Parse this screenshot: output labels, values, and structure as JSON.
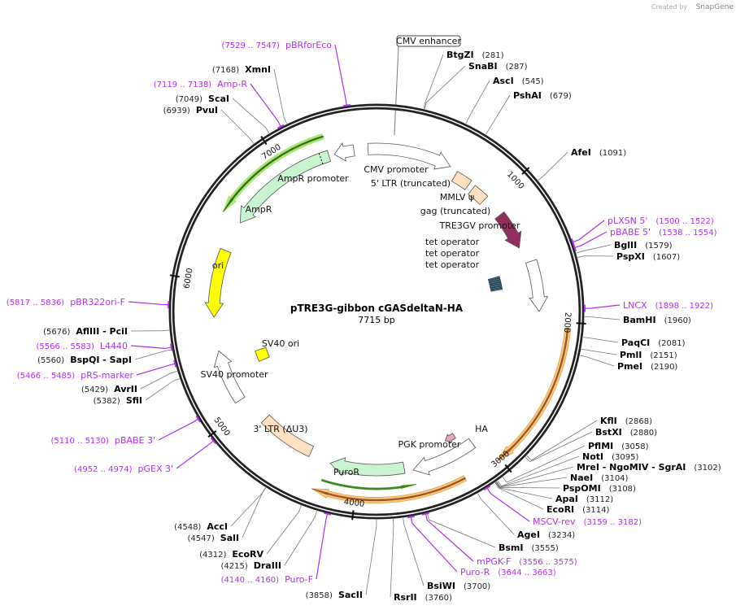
{
  "credit": {
    "created_by": "Created by",
    "brand": "SnapGene"
  },
  "plasmid": {
    "name": "pTRE3G-gibbon cGASdeltaN-HA",
    "length": "7715 bp",
    "total_bp": 7715
  },
  "ticks": [
    "1000",
    "2000",
    "3000",
    "4000",
    "5000",
    "6000",
    "7000"
  ],
  "colors": {
    "enzyme": "#000000",
    "primer": "#b030f0",
    "ring": "#222222",
    "ampr": "#c8f5d0",
    "ori": "#ffff00",
    "gag": "#93305f",
    "ltr": "#ffe0c0",
    "highlight_orange": "#f7c97a",
    "highlight_green": "#a8e870",
    "tet_operator": "#4a8fa0",
    "ha": "#e3a5c0"
  },
  "features": [
    {
      "name": "CMV enhancer"
    },
    {
      "name": "CMV promoter"
    },
    {
      "name": "5' LTR (truncated)"
    },
    {
      "name": "MMLV ψ"
    },
    {
      "name": "gag (truncated)"
    },
    {
      "name": "TRE3GV promoter"
    },
    {
      "name": "tet operator"
    },
    {
      "name": "tet operator"
    },
    {
      "name": "tet operator"
    },
    {
      "name": "HA"
    },
    {
      "name": "PGK promoter"
    },
    {
      "name": "PuroR"
    },
    {
      "name": "3' LTR (ΔU3)"
    },
    {
      "name": "SV40 promoter"
    },
    {
      "name": "SV40 ori"
    },
    {
      "name": "ori"
    },
    {
      "name": "AmpR"
    },
    {
      "name": "AmpR promoter"
    }
  ],
  "left_labels": [
    {
      "name": "pBRforEco",
      "pos": "(7529 .. 7547)",
      "type": "primer",
      "bp": 7538
    },
    {
      "name": "XmnI",
      "pos": "(7168)",
      "type": "enzyme",
      "bp": 7168
    },
    {
      "name": "Amp-R",
      "pos": "(7119 .. 7138)",
      "type": "primer",
      "bp": 7128
    },
    {
      "name": "ScaI",
      "pos": "(7049)",
      "type": "enzyme",
      "bp": 7049
    },
    {
      "name": "PvuI",
      "pos": "(6939)",
      "type": "enzyme",
      "bp": 6939
    },
    {
      "name": "pBR322ori-F",
      "pos": "(5817 .. 5836)",
      "type": "primer",
      "bp": 5826
    },
    {
      "name": "AflIII  - PciI",
      "pos": "(5676)",
      "type": "enzyme",
      "bp": 5676
    },
    {
      "name": "L4440",
      "pos": "(5566 .. 5583)",
      "type": "primer",
      "bp": 5574
    },
    {
      "name": "BspQI  - SapI",
      "pos": "(5560)",
      "type": "enzyme",
      "bp": 5560
    },
    {
      "name": "pRS-marker",
      "pos": "(5466 .. 5485)",
      "type": "primer",
      "bp": 5475
    },
    {
      "name": "AvrII",
      "pos": "(5429)",
      "type": "enzyme",
      "bp": 5429
    },
    {
      "name": "SfiI",
      "pos": "(5382)",
      "type": "enzyme",
      "bp": 5382
    },
    {
      "name": "pBABE 3'",
      "pos": "(5110 .. 5130)",
      "type": "primer",
      "bp": 5120
    },
    {
      "name": "pGEX 3'",
      "pos": "(4952 .. 4974)",
      "type": "primer",
      "bp": 4963
    },
    {
      "name": "AccI",
      "pos": "(4548)",
      "type": "enzyme",
      "bp": 4548
    },
    {
      "name": "SalI",
      "pos": "(4547)",
      "type": "enzyme",
      "bp": 4547
    },
    {
      "name": "EcoRV",
      "pos": "(4312)",
      "type": "enzyme",
      "bp": 4312
    },
    {
      "name": "DraIII",
      "pos": "(4215)",
      "type": "enzyme",
      "bp": 4215
    },
    {
      "name": "Puro-F",
      "pos": "(4140 .. 4160)",
      "type": "primer",
      "bp": 4150
    },
    {
      "name": "SacII",
      "pos": "(3858)",
      "type": "enzyme",
      "bp": 3858
    }
  ],
  "right_labels": [
    {
      "name": "BtgZI",
      "pos": "(281)",
      "type": "enzyme",
      "bp": 281
    },
    {
      "name": "SnaBI",
      "pos": "(287)",
      "type": "enzyme",
      "bp": 287
    },
    {
      "name": "AscI",
      "pos": "(545)",
      "type": "enzyme",
      "bp": 545
    },
    {
      "name": "PshAI",
      "pos": "(679)",
      "type": "enzyme",
      "bp": 679
    },
    {
      "name": "AfeI",
      "pos": "(1091)",
      "type": "enzyme",
      "bp": 1091
    },
    {
      "name": "pLXSN 5'",
      "pos": "(1500 .. 1522)",
      "type": "primer",
      "bp": 1511
    },
    {
      "name": "pBABE 5'",
      "pos": "(1538 .. 1554)",
      "type": "primer",
      "bp": 1546
    },
    {
      "name": "BglII",
      "pos": "(1579)",
      "type": "enzyme",
      "bp": 1579
    },
    {
      "name": "PspXI",
      "pos": "(1607)",
      "type": "enzyme",
      "bp": 1607
    },
    {
      "name": "LNCX",
      "pos": "(1898 .. 1922)",
      "type": "primer",
      "bp": 1910
    },
    {
      "name": "BamHI",
      "pos": "(1960)",
      "type": "enzyme",
      "bp": 1960
    },
    {
      "name": "PaqCI",
      "pos": "(2081)",
      "type": "enzyme",
      "bp": 2081
    },
    {
      "name": "PmlI",
      "pos": "(2151)",
      "type": "enzyme",
      "bp": 2151
    },
    {
      "name": "PmeI",
      "pos": "(2190)",
      "type": "enzyme",
      "bp": 2190
    },
    {
      "name": "KflI",
      "pos": "(2868)",
      "type": "enzyme",
      "bp": 2868
    },
    {
      "name": "BstXI",
      "pos": "(2880)",
      "type": "enzyme",
      "bp": 2880
    },
    {
      "name": "PflMI",
      "pos": "(3058)",
      "type": "enzyme",
      "bp": 3058
    },
    {
      "name": "NotI",
      "pos": "(3095)",
      "type": "enzyme",
      "bp": 3095
    },
    {
      "name": "MreI  - NgoMIV  - SgrAI",
      "pos": "(3102)",
      "type": "enzyme",
      "bp": 3102
    },
    {
      "name": "NaeI",
      "pos": "(3104)",
      "type": "enzyme",
      "bp": 3104
    },
    {
      "name": "PspOMI",
      "pos": "(3108)",
      "type": "enzyme",
      "bp": 3108
    },
    {
      "name": "ApaI",
      "pos": "(3112)",
      "type": "enzyme",
      "bp": 3112
    },
    {
      "name": "EcoRI",
      "pos": "(3114)",
      "type": "enzyme",
      "bp": 3114
    },
    {
      "name": "MSCV-rev",
      "pos": "(3159 .. 3182)",
      "type": "primer",
      "bp": 3170
    },
    {
      "name": "AgeI",
      "pos": "(3234)",
      "type": "enzyme",
      "bp": 3234
    },
    {
      "name": "BsmI",
      "pos": "(3555)",
      "type": "enzyme",
      "bp": 3555
    },
    {
      "name": "mPGK-F",
      "pos": "(3556 .. 3575)",
      "type": "primer",
      "bp": 3565
    },
    {
      "name": "Puro-R",
      "pos": "(3644 .. 3663)",
      "type": "primer",
      "bp": 3653
    },
    {
      "name": "BsiWI",
      "pos": "(3700)",
      "type": "enzyme",
      "bp": 3700
    },
    {
      "name": "RsrII",
      "pos": "(3760)",
      "type": "enzyme",
      "bp": 3760
    }
  ]
}
